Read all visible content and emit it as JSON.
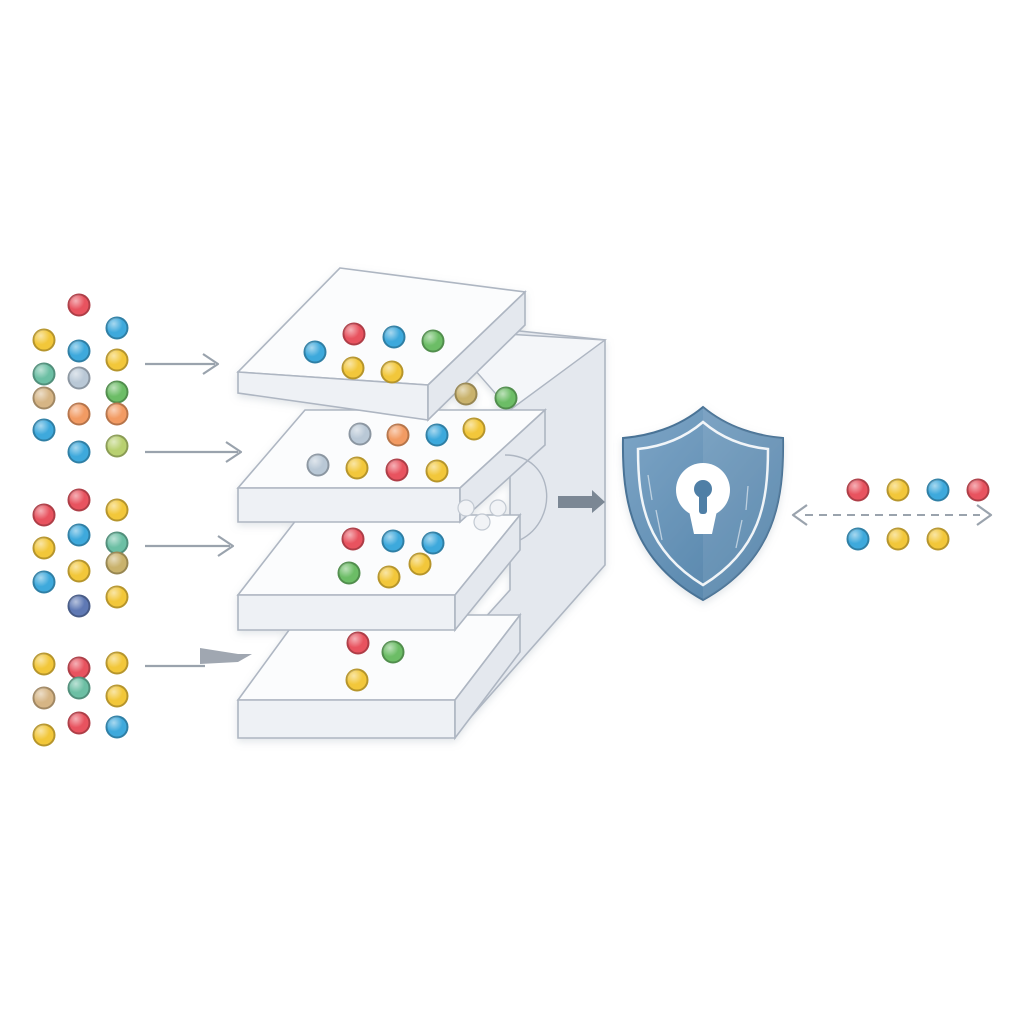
{
  "colors": {
    "red": "#e8535f",
    "yellow": "#f2c73a",
    "blue": "#3ea9dc",
    "green": "#6cbd66",
    "teal": "#6cbfa4",
    "orange": "#f29b63",
    "lime": "#b8d070",
    "tan": "#d6b585",
    "olive": "#c9b26c",
    "navy": "#5f79b4",
    "grey": "#b9c8d6",
    "shield_outer": "#5f8fb5",
    "shield_inner": "#6e9cc1",
    "shield_stroke": "#ffffff",
    "keyhole": "#ffffff"
  },
  "icons": {
    "shield": "shield-lock-icon",
    "keyhole": "keyhole-icon",
    "stack": "layered-trays-icon",
    "arrow": "arrow-right-icon"
  },
  "input_groups": [
    {
      "name": "group-1",
      "dots": [
        "red",
        "yellow",
        "blue",
        "blue",
        "yellow",
        "teal",
        "grey",
        "green",
        "tan",
        "orange",
        "orange",
        "blue",
        "blue",
        "lime"
      ]
    },
    {
      "name": "group-2",
      "dots": [
        "red",
        "red",
        "yellow",
        "yellow",
        "blue",
        "teal",
        "blue",
        "yellow",
        "olive",
        "navy",
        "yellow"
      ]
    },
    {
      "name": "group-3",
      "dots": [
        "yellow",
        "red",
        "yellow",
        "tan",
        "teal",
        "yellow",
        "yellow",
        "red",
        "blue"
      ]
    }
  ],
  "trays": [
    {
      "level": 1,
      "dots": [
        "blue",
        "red",
        "blue",
        "green",
        "yellow",
        "yellow"
      ]
    },
    {
      "level": 2,
      "dots": [
        "grey",
        "orange",
        "blue",
        "yellow",
        "grey",
        "yellow",
        "red",
        "yellow",
        "olive",
        "green"
      ]
    },
    {
      "level": 3,
      "dots": [
        "red",
        "blue",
        "blue",
        "green",
        "yellow",
        "yellow"
      ]
    },
    {
      "level": 4,
      "dots": [
        "red",
        "green",
        "yellow"
      ]
    }
  ],
  "output_dots": {
    "row1": [
      "red",
      "yellow",
      "blue",
      "red"
    ],
    "row2": [
      "blue",
      "yellow",
      "yellow"
    ]
  }
}
